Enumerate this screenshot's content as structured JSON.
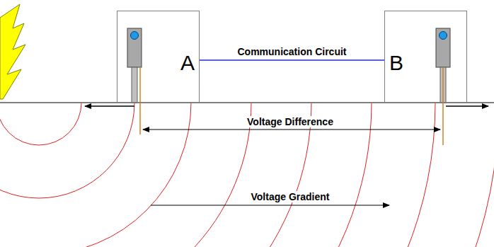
{
  "diagram": {
    "nodes": [
      {
        "text": [
          "A"
        ]
      },
      {
        "text": [
          "B"
        ]
      }
    ],
    "edges": [
      {
        "from": 0,
        "to": 1,
        "label": "Communication Circuit",
        "arrow": "none"
      }
    ],
    "labels": [
      "Voltage Difference",
      "Voltage Gradient"
    ]
  }
}
